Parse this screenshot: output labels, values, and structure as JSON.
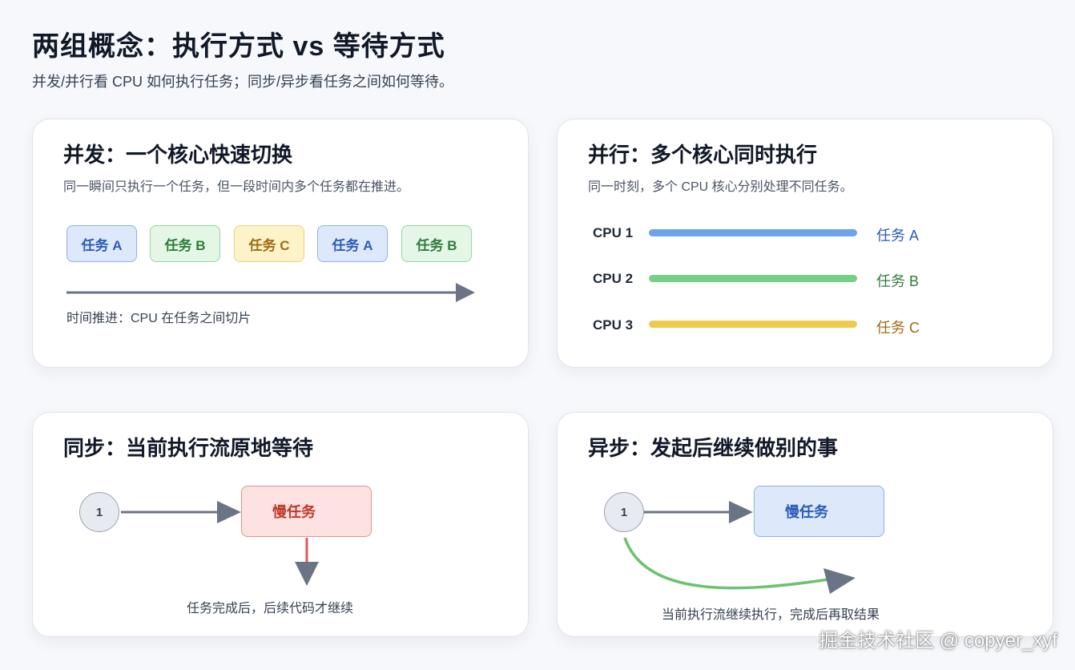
{
  "header": {
    "title": "两组概念：执行方式 vs 等待方式",
    "subtitle": "并发/并行看 CPU 如何执行任务；同步/异步看任务之间如何等待。"
  },
  "concurrency": {
    "title": "并发：一个核心快速切换",
    "desc": "同一瞬间只执行一个任务，但一段时间内多个任务都在推进。",
    "tasks": [
      "任务 A",
      "任务 B",
      "任务 C",
      "任务 A",
      "任务 B"
    ],
    "caption": "时间推进：CPU 在任务之间切片"
  },
  "parallel": {
    "title": "并行：多个核心同时执行",
    "desc": "同一时刻，多个 CPU 核心分别处理不同任务。",
    "rows": [
      {
        "cpu": "CPU 1",
        "task": "任务 A",
        "color": "#6ea2ec",
        "text_color": "#2b5bb8"
      },
      {
        "cpu": "CPU 2",
        "task": "任务 B",
        "color": "#74d083",
        "text_color": "#2e7d3a"
      },
      {
        "cpu": "CPU 3",
        "task": "任务 C",
        "color": "#eecb4c",
        "text_color": "#a06a12"
      }
    ]
  },
  "sync": {
    "title": "同步：当前执行流原地等待",
    "node": "1",
    "slow_task": "慢任务",
    "caption": "任务完成后，后续代码才继续"
  },
  "async": {
    "title": "异步：发起后继续做别的事",
    "node": "1",
    "slow_task": "慢任务",
    "caption": "当前执行流继续执行，完成后再取结果"
  },
  "watermark": "掘金技术社区 @ copyer_xyf",
  "colors": {
    "arrow": "#6b7484",
    "sync_arrow": "#e05656",
    "async_curve": "#6cc26f"
  }
}
